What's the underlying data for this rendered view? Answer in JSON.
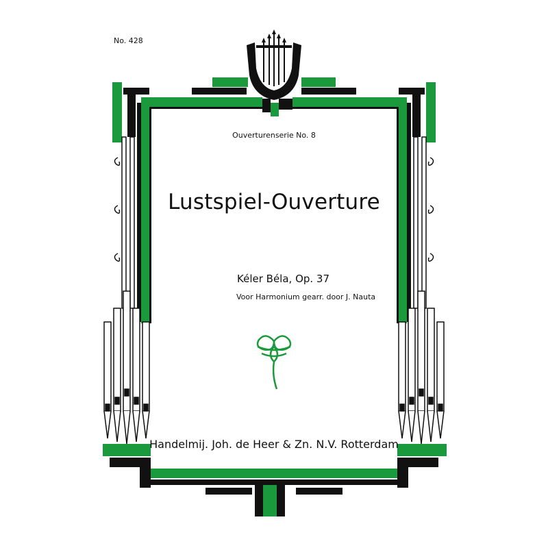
{
  "catalog_number": "No. 428",
  "series": "Ouverturenserie No. 8",
  "title": "Lustspiel-Ouverture",
  "composer": "Kéler Béla, Op. 37",
  "arranger": "Voor Harmonium gearr. door J. Nauta",
  "publisher": "Handelmij. Joh. de Heer & Zn. N.V. Rotterdam",
  "colors": {
    "green": "#1a9a3c",
    "black": "#111111",
    "paper": "#ffffff"
  },
  "icons": [
    "lyre-icon",
    "organ-pipes-icon",
    "ornament-flourish-icon"
  ]
}
